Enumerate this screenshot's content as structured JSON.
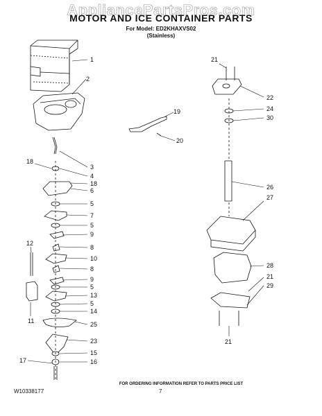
{
  "header": {
    "watermark": "AppliancePartsPros.com",
    "title": "MOTOR AND ICE CONTAINER PARTS",
    "model": "For Model: ED2KHAXVS02",
    "variant": "(Stainless)"
  },
  "callouts": {
    "c1": "1",
    "c2": "2",
    "c3": "3",
    "c4": "4",
    "c18a": "18",
    "c18b": "18",
    "c6": "6",
    "c5a": "5",
    "c7": "7",
    "c5b": "5",
    "c9a": "9",
    "c12": "12",
    "c8a": "8",
    "c10": "10",
    "c8b": "8",
    "c9b": "9",
    "c5c": "5",
    "c13": "13",
    "c5d": "5",
    "c14": "14",
    "c11": "11",
    "c25": "25",
    "c23": "23",
    "c15": "15",
    "c17": "17",
    "c16": "16",
    "c19": "19",
    "c20": "20",
    "c21a": "21",
    "c22": "22",
    "c24": "24",
    "c30": "30",
    "c26": "26",
    "c27": "27",
    "c28": "28",
    "c21b": "21",
    "c29": "29",
    "c21c": "21"
  },
  "footer": {
    "note": "FOR ORDERING INFORMATION REFER TO PARTS PRICE LIST",
    "doc_number": "W10338177",
    "page": "7"
  }
}
